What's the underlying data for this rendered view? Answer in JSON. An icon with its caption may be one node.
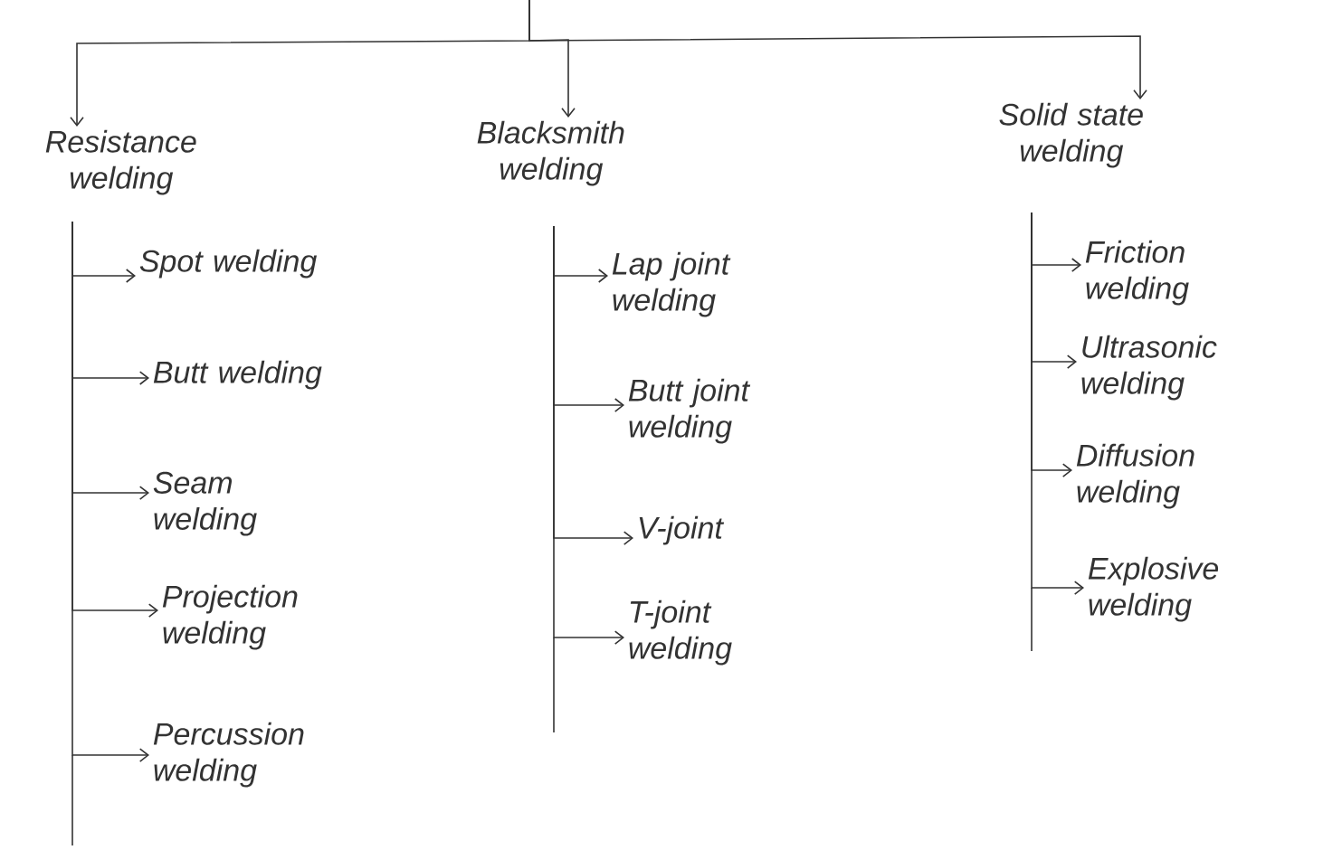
{
  "diagram": {
    "nodes": [
      {
        "text": [
          "Resistance welding"
        ]
      },
      {
        "text": [
          "Blacksmith welding"
        ]
      },
      {
        "text": [
          "Solid state welding"
        ]
      },
      {
        "text": [
          "Spot welding"
        ]
      },
      {
        "text": [
          "Butt welding"
        ]
      },
      {
        "text": [
          "Seam welding"
        ]
      },
      {
        "text": [
          "Projection welding"
        ]
      },
      {
        "text": [
          "Percussion welding"
        ]
      },
      {
        "text": [
          "Lap joint welding"
        ]
      },
      {
        "text": [
          "Butt joint welding"
        ]
      },
      {
        "text": [
          "V-joint"
        ]
      },
      {
        "text": [
          "T-joint welding"
        ]
      },
      {
        "text": [
          "Friction welding"
        ]
      },
      {
        "text": [
          "Ultrasonic welding"
        ]
      },
      {
        "text": [
          "Diffusion welding"
        ]
      },
      {
        "text": [
          "Explosive welding"
        ]
      }
    ],
    "edges": [
      {
        "from": null,
        "to": 0,
        "arrow": "to"
      },
      {
        "from": null,
        "to": 1,
        "arrow": "to"
      },
      {
        "from": null,
        "to": 2,
        "arrow": "to"
      },
      {
        "from": 0,
        "to": 3,
        "arrow": "to"
      },
      {
        "from": 0,
        "to": 4,
        "arrow": "to"
      },
      {
        "from": 0,
        "to": 5,
        "arrow": "to"
      },
      {
        "from": 0,
        "to": 6,
        "arrow": "to"
      },
      {
        "from": 0,
        "to": 7,
        "arrow": "to"
      },
      {
        "from": 1,
        "to": 8,
        "arrow": "to"
      },
      {
        "from": 1,
        "to": 9,
        "arrow": "to"
      },
      {
        "from": 1,
        "to": 10,
        "arrow": "to"
      },
      {
        "from": 1,
        "to": 11,
        "arrow": "to"
      },
      {
        "from": 2,
        "to": 12,
        "arrow": "to"
      },
      {
        "from": 2,
        "to": 13,
        "arrow": "to"
      },
      {
        "from": 2,
        "to": 14,
        "arrow": "to"
      },
      {
        "from": 2,
        "to": 15,
        "arrow": "to"
      }
    ]
  }
}
